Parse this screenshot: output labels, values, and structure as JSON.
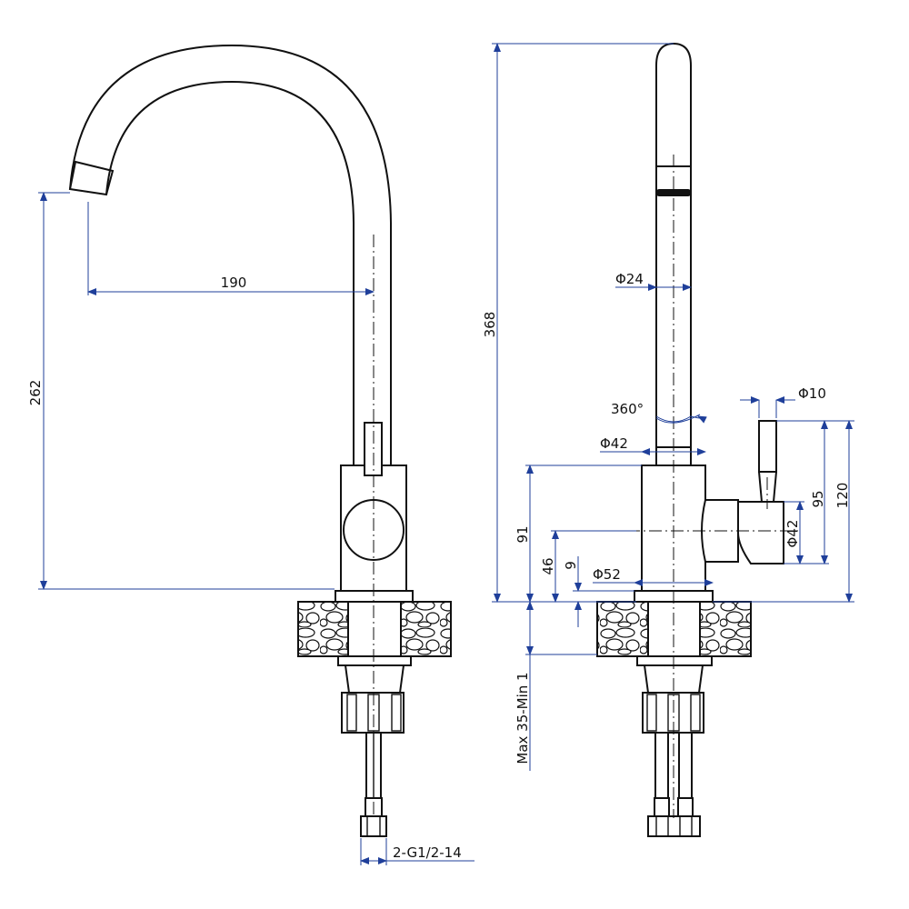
{
  "dimensions": {
    "reach": "190",
    "spout_height": "262",
    "total_height": "368",
    "spout_diameter": "Φ24",
    "swivel": "360°",
    "body_diameter": "Φ42",
    "handle_diameter": "Φ10",
    "base_diameter": "Φ52",
    "handle_height": "95",
    "handle_top_height": "120",
    "body_height": "91",
    "lever_axis_height": "46",
    "base_ring_height": "9",
    "lever_hub_diameter": "Φ42",
    "countertop_thickness": "Max 35-Min 1",
    "hose_thread": "2-G1/2-14"
  },
  "colors": {
    "outline": "#111111",
    "dimension_line": "#1f3f9a"
  }
}
